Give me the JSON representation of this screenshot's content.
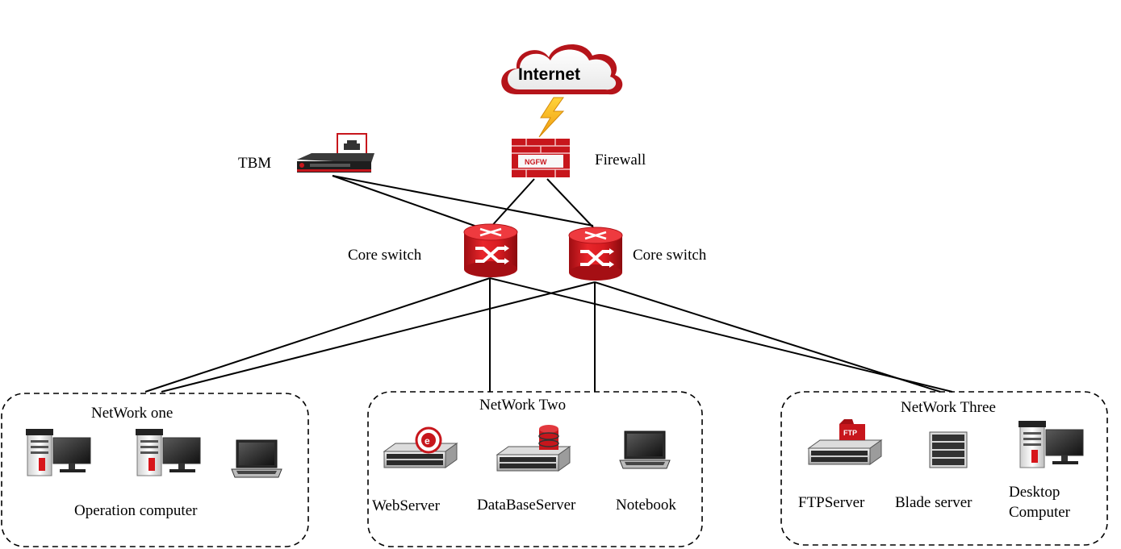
{
  "internet": {
    "label": "Internet"
  },
  "firewall": {
    "label": "Firewall",
    "badge": "NGFW"
  },
  "tbm": {
    "label": "TBM"
  },
  "core_switch_left": {
    "label": "Core switch"
  },
  "core_switch_right": {
    "label": "Core switch"
  },
  "network_one": {
    "title": "NetWork one",
    "caption": "Operation computer"
  },
  "network_two": {
    "title": "NetWork Two",
    "devices": [
      "WebServer",
      "DataBaseServer",
      "Notebook"
    ]
  },
  "network_three": {
    "title": "NetWork Three",
    "devices": [
      "FTPServer",
      "Blade server"
    ],
    "desktop_line1": "Desktop",
    "desktop_line2": "Computer",
    "ftp_badge": "FTP"
  },
  "colors": {
    "accent_red": "#d7161b",
    "dark_red": "#8e0d10",
    "bolt": "#f5b81a",
    "line": "#000000"
  }
}
